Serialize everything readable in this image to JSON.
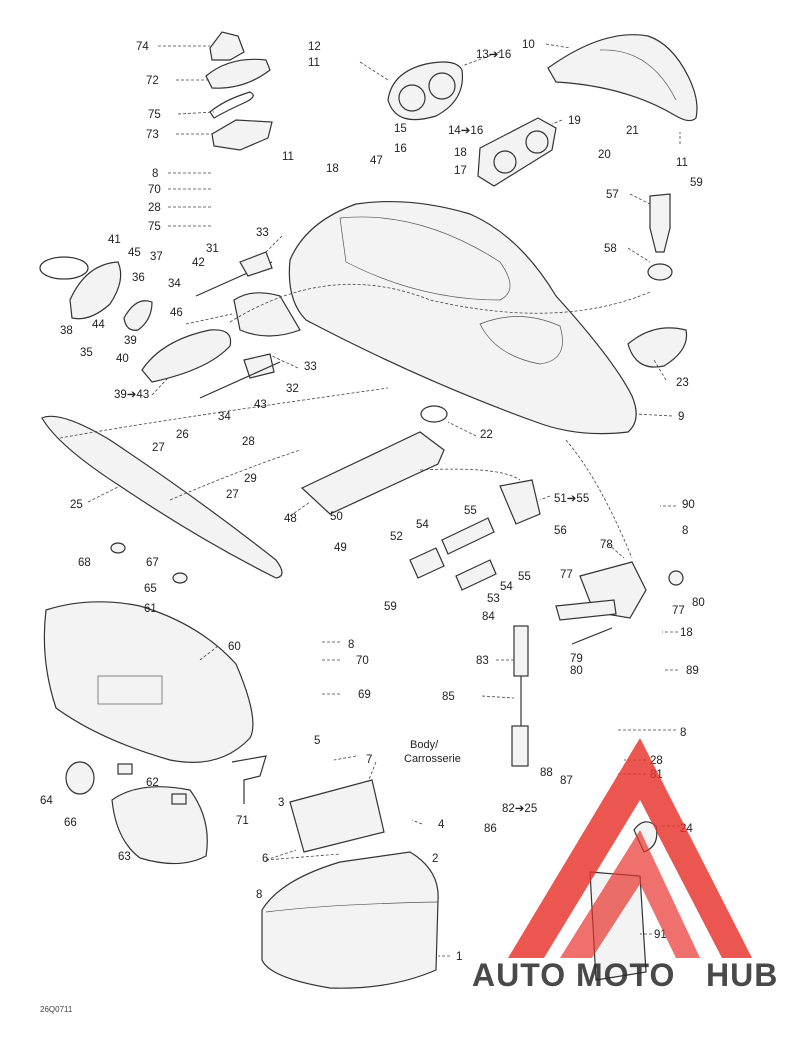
{
  "diagram": {
    "callouts": [
      {
        "text": "74"
      },
      {
        "text": "72"
      },
      {
        "text": "75"
      },
      {
        "text": "73"
      },
      {
        "text": "8"
      },
      {
        "text": "70"
      },
      {
        "text": "28"
      },
      {
        "text": "75"
      },
      {
        "text": "11"
      },
      {
        "text": "18"
      },
      {
        "text": "47"
      },
      {
        "text": "12"
      },
      {
        "text": "11"
      },
      {
        "text": "13➔16"
      },
      {
        "text": "10"
      },
      {
        "text": "19"
      },
      {
        "text": "15"
      },
      {
        "text": "14➔16"
      },
      {
        "text": "16"
      },
      {
        "text": "18"
      },
      {
        "text": "17"
      },
      {
        "text": "21"
      },
      {
        "text": "20"
      },
      {
        "text": "11"
      },
      {
        "text": "57"
      },
      {
        "text": "59"
      },
      {
        "text": "58"
      },
      {
        "text": "41"
      },
      {
        "text": "45"
      },
      {
        "text": "37"
      },
      {
        "text": "36"
      },
      {
        "text": "31"
      },
      {
        "text": "33"
      },
      {
        "text": "42"
      },
      {
        "text": "34"
      },
      {
        "text": "38"
      },
      {
        "text": "44"
      },
      {
        "text": "35"
      },
      {
        "text": "39"
      },
      {
        "text": "40"
      },
      {
        "text": "46"
      },
      {
        "text": "33"
      },
      {
        "text": "32"
      },
      {
        "text": "39➔43"
      },
      {
        "text": "43"
      },
      {
        "text": "34"
      },
      {
        "text": "23"
      },
      {
        "text": "9"
      },
      {
        "text": "22"
      },
      {
        "text": "26"
      },
      {
        "text": "27"
      },
      {
        "text": "28"
      },
      {
        "text": "25"
      },
      {
        "text": "29"
      },
      {
        "text": "27"
      },
      {
        "text": "48"
      },
      {
        "text": "50"
      },
      {
        "text": "49"
      },
      {
        "text": "51➔55"
      },
      {
        "text": "56"
      },
      {
        "text": "55"
      },
      {
        "text": "54"
      },
      {
        "text": "52"
      },
      {
        "text": "54"
      },
      {
        "text": "55"
      },
      {
        "text": "53"
      },
      {
        "text": "59"
      },
      {
        "text": "90"
      },
      {
        "text": "8"
      },
      {
        "text": "78"
      },
      {
        "text": "77"
      },
      {
        "text": "77"
      },
      {
        "text": "80"
      },
      {
        "text": "68"
      },
      {
        "text": "67"
      },
      {
        "text": "65"
      },
      {
        "text": "61"
      },
      {
        "text": "84"
      },
      {
        "text": "18"
      },
      {
        "text": "79"
      },
      {
        "text": "8"
      },
      {
        "text": "83"
      },
      {
        "text": "60"
      },
      {
        "text": "80"
      },
      {
        "text": "70"
      },
      {
        "text": "89"
      },
      {
        "text": "69"
      },
      {
        "text": "85"
      },
      {
        "text": "5"
      },
      {
        "text": "8"
      },
      {
        "text": "7"
      },
      {
        "text": "28"
      },
      {
        "text": "62"
      },
      {
        "text": "88"
      },
      {
        "text": "81"
      },
      {
        "text": "64"
      },
      {
        "text": "87"
      },
      {
        "text": "3"
      },
      {
        "text": "4"
      },
      {
        "text": "66"
      },
      {
        "text": "71"
      },
      {
        "text": "82➔25"
      },
      {
        "text": "86"
      },
      {
        "text": "63"
      },
      {
        "text": "24"
      },
      {
        "text": "6"
      },
      {
        "text": "2"
      },
      {
        "text": "8"
      },
      {
        "text": "91"
      },
      {
        "text": "1"
      }
    ],
    "body_label_line1": "Body/",
    "body_label_line2": "Carrosserie",
    "document_code": "26Q0711",
    "watermark": {
      "part1": "AUTO",
      "part2": "MOTO",
      "part3": "HUB",
      "color_primary": "#e8322b",
      "color_secondary": "#f2a23a",
      "color_tertiary": "#6b6b6b"
    }
  }
}
